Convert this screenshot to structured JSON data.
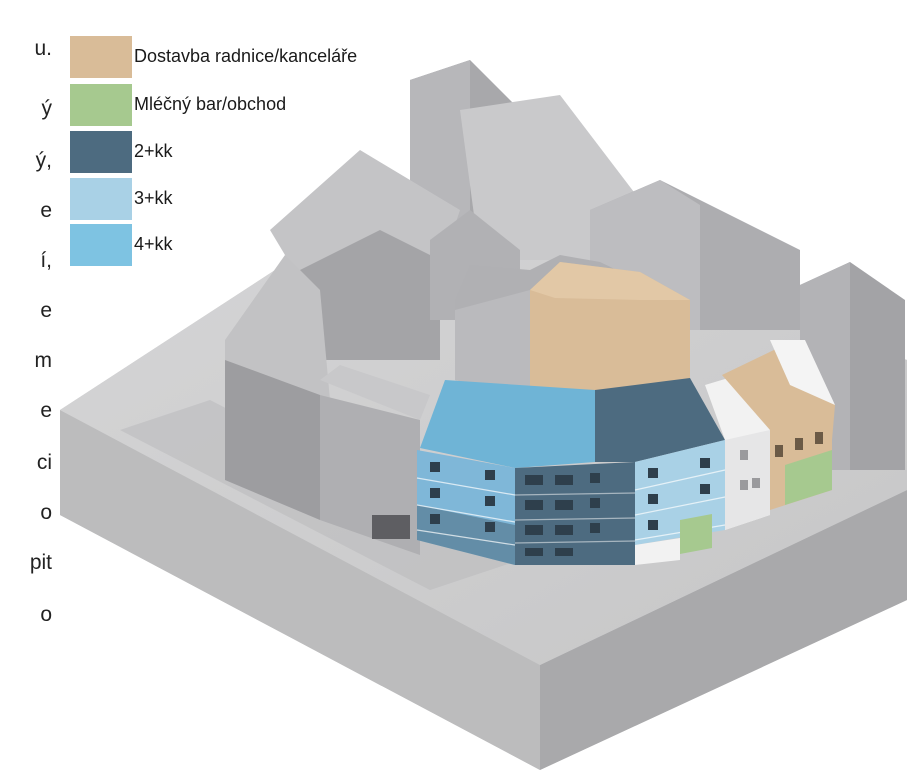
{
  "left_text_fragments": [
    "u.",
    "ý",
    "ý,",
    "e",
    "í,",
    "e",
    "m",
    "e",
    "ci",
    "o",
    "pit",
    "o"
  ],
  "legend": [
    {
      "label": "Dostavba radnice/kanceláře",
      "color": "#d9bc98"
    },
    {
      "label": "Mléčný bar/obchod",
      "color": "#a6c98f"
    },
    {
      "label": "2+kk",
      "color": "#4d6b80"
    },
    {
      "label": "3+kk",
      "color": "#a9d1e6"
    },
    {
      "label": "4+kk",
      "color": "#7ec3e2"
    }
  ],
  "colors": {
    "massing_grey": "#bdbdbf",
    "massing_dark": "#8f8f92",
    "base_light": "#c3c3c4",
    "white_block": "#f2f2f2"
  }
}
